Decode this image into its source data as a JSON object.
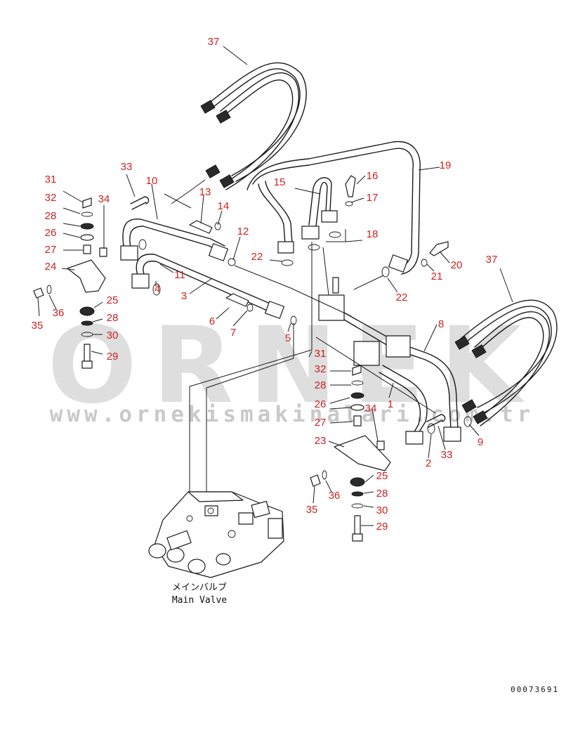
{
  "colors": {
    "callout_red": "#cc2222",
    "leader_line": "#1a1a1a",
    "watermark_fill": "#d9d9d9"
  },
  "watermark": {
    "brand": "ORNEK",
    "url": "www.ornekismakinalari.com.tr"
  },
  "caption": {
    "japanese": "メインバルブ",
    "english": "Main Valve"
  },
  "drawing_number": "00073691",
  "callouts": [
    {
      "id": "c37a",
      "label": "37"
    },
    {
      "id": "c33a",
      "label": "33"
    },
    {
      "id": "c10",
      "label": "10"
    },
    {
      "id": "c31a",
      "label": "31"
    },
    {
      "id": "c32a",
      "label": "32"
    },
    {
      "id": "c34a",
      "label": "34"
    },
    {
      "id": "c28a",
      "label": "28"
    },
    {
      "id": "c26a",
      "label": "26"
    },
    {
      "id": "c27a",
      "label": "27"
    },
    {
      "id": "c24",
      "label": "24"
    },
    {
      "id": "c13",
      "label": "13"
    },
    {
      "id": "c14",
      "label": "14"
    },
    {
      "id": "c12",
      "label": "12"
    },
    {
      "id": "c11",
      "label": "11"
    },
    {
      "id": "c4",
      "label": "4"
    },
    {
      "id": "c3",
      "label": "3"
    },
    {
      "id": "c25a",
      "label": "25"
    },
    {
      "id": "c28b",
      "label": "28"
    },
    {
      "id": "c30a",
      "label": "30"
    },
    {
      "id": "c29a",
      "label": "29"
    },
    {
      "id": "c35a",
      "label": "35"
    },
    {
      "id": "c36a",
      "label": "36"
    },
    {
      "id": "c6",
      "label": "6"
    },
    {
      "id": "c7",
      "label": "7"
    },
    {
      "id": "c15",
      "label": "15"
    },
    {
      "id": "c16",
      "label": "16"
    },
    {
      "id": "c17",
      "label": "17"
    },
    {
      "id": "c19",
      "label": "19"
    },
    {
      "id": "c18",
      "label": "18"
    },
    {
      "id": "c22a",
      "label": "22"
    },
    {
      "id": "c22b",
      "label": "22"
    },
    {
      "id": "c20",
      "label": "20"
    },
    {
      "id": "c21",
      "label": "21"
    },
    {
      "id": "c37b",
      "label": "37"
    },
    {
      "id": "c5",
      "label": "5"
    },
    {
      "id": "c8",
      "label": "8"
    },
    {
      "id": "c31b",
      "label": "31"
    },
    {
      "id": "c32b",
      "label": "32"
    },
    {
      "id": "c28c",
      "label": "28"
    },
    {
      "id": "c26b",
      "label": "26"
    },
    {
      "id": "c34b",
      "label": "34"
    },
    {
      "id": "c27b",
      "label": "27"
    },
    {
      "id": "c1",
      "label": "1"
    },
    {
      "id": "c23",
      "label": "23"
    },
    {
      "id": "c2",
      "label": "2"
    },
    {
      "id": "c33b",
      "label": "33"
    },
    {
      "id": "c9",
      "label": "9"
    },
    {
      "id": "c25b",
      "label": "25"
    },
    {
      "id": "c28d",
      "label": "28"
    },
    {
      "id": "c30b",
      "label": "30"
    },
    {
      "id": "c29b",
      "label": "29"
    },
    {
      "id": "c35b",
      "label": "35"
    },
    {
      "id": "c36b",
      "label": "36"
    }
  ]
}
